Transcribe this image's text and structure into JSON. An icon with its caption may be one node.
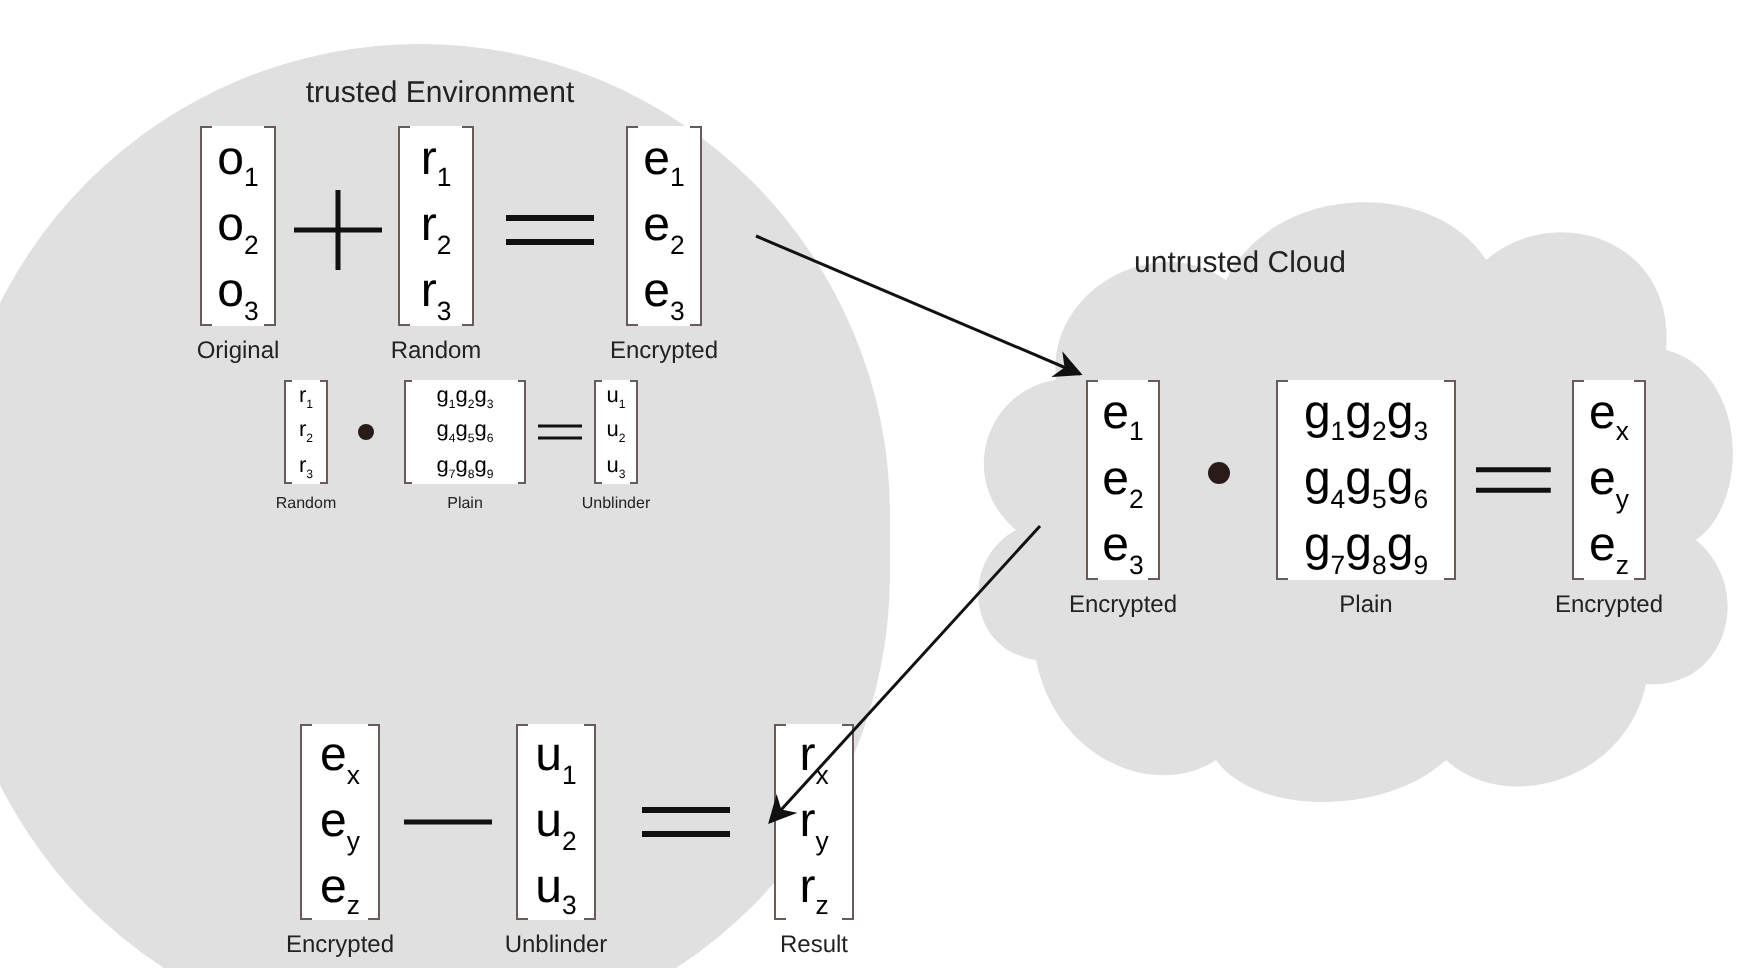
{
  "diagram": {
    "nodes": [
      {
        "text": [
          "trusted Environment"
        ]
      },
      {
        "text": [
          "o$_{1}$",
          "o$_{2}$",
          "o$_{3}$"
        ],
        "in": 0,
        "beside": [
          "Original"
        ]
      },
      {
        "text": [
          "r$_{1}$",
          "r$_{2}$",
          "r$_{3}$"
        ],
        "in": 0,
        "beside": [
          "Random"
        ]
      },
      {
        "text": [
          "e$_{1}$",
          "e$_{2}$",
          "e$_{3}$"
        ],
        "in": 0,
        "beside": [
          "Encrypted"
        ]
      },
      {
        "text": [
          "r$_{1}$",
          "r$_{2}$",
          "r$_{3}$"
        ],
        "in": 0,
        "beside": [
          "Random"
        ]
      },
      {
        "text": [
          "g$_{1}$g$_{2}$g$_{3}$",
          "g$_{4}$g$_{5}$g$_{6}$",
          "g$_{7}$g$_{8}$g$_{9}$"
        ],
        "in": 0,
        "beside": [
          "Plain"
        ]
      },
      {
        "text": [
          "u$_{1}$",
          "u$_{2}$",
          "u$_{3}$"
        ],
        "in": 0,
        "beside": [
          "Unblinder"
        ]
      },
      {
        "text": [
          "e$_{x}$",
          "e$_{y}$",
          "e$_{z}$"
        ],
        "in": 0,
        "beside": [
          "Encrypted"
        ]
      },
      {
        "text": [
          "u$_{1}$",
          "u$_{2}$",
          "u$_{3}$"
        ],
        "in": 0,
        "beside": [
          "Unblinder"
        ]
      },
      {
        "text": [
          "r$_{x}$",
          "r$_{y}$",
          "r$_{z}$"
        ],
        "in": 0,
        "beside": [
          "Result"
        ]
      },
      {
        "text": [
          "untrusted Cloud"
        ]
      },
      {
        "text": [
          "e$_{1}$",
          "e$_{2}$",
          "e$_{3}$"
        ],
        "in": 10,
        "beside": [
          "Encrypted"
        ]
      },
      {
        "text": [
          "g$_{1}$g$_{2}$g$_{3}$",
          "g$_{4}$g$_{5}$g$_{6}$",
          "g$_{7}$g$_{8}$g$_{9}$"
        ],
        "in": 10,
        "beside": [
          "Plain"
        ]
      },
      {
        "text": [
          "e$_{x}$",
          "e$_{y}$",
          "e$_{z}$"
        ],
        "in": 10,
        "beside": [
          "Encrypted"
        ]
      }
    ],
    "edges": [
      {
        "from": 3,
        "to": 11,
        "arrow": "to"
      },
      {
        "from": 11,
        "to": 9,
        "arrow": "to"
      }
    ]
  }
}
